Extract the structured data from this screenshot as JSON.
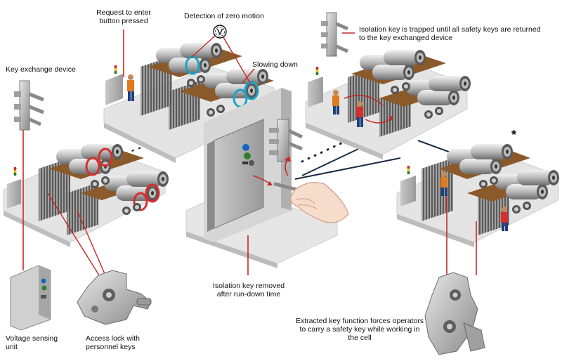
{
  "labels": {
    "request_1": "Request to enter",
    "request_2": "button pressed",
    "zero_motion": "Detection of zero motion",
    "slowing": "Slowing down",
    "trapped_1": "Isolation key is trapped until all safety keys are returned",
    "trapped_2": "to the key exchanged device",
    "key_exchange": "Key exchange device",
    "removed_1": "Isolation key removed",
    "removed_2": "after run-down time",
    "voltage_1": "Voltage sensing",
    "voltage_2": "unit",
    "access_1": "Access lock with",
    "access_2": "personnel keys",
    "extracted_1": "Extracted key function forces operators",
    "extracted_2": "to carry a safety key while working in",
    "extracted_3": "the cell",
    "asterisk": "*"
  },
  "icons": {
    "zero_motion": "v-in-circle-icon",
    "ring_colors": [
      "#d32f2f",
      "#1aa3c7"
    ],
    "accent": "#c62828"
  }
}
